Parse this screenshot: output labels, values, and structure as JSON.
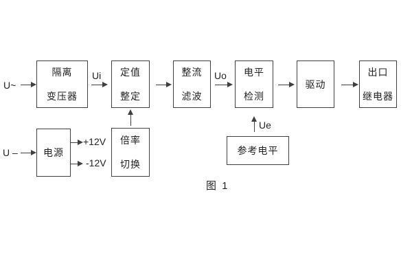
{
  "diagram": {
    "caption": "图 1",
    "inputs": {
      "ac_label": "U~",
      "dc_label": "U –"
    },
    "signal_labels": {
      "ui": "Ui",
      "uo": "Uo",
      "ue": "Ue",
      "plus_12v": "+12V",
      "minus_12v": "-12V"
    },
    "blocks": {
      "isolation_transformer": {
        "line1": "隔离",
        "line2": "变压器"
      },
      "setpoint_adjust": {
        "line1": "定值",
        "line2": "整定"
      },
      "rectify_filter": {
        "line1": "整流",
        "line2": "滤波"
      },
      "level_detect": {
        "line1": "电平",
        "line2": "检测"
      },
      "driver": {
        "line1": "驱动"
      },
      "output_relay": {
        "line1": "出口",
        "line2": "继电器"
      },
      "power_supply": {
        "line1": "电源"
      },
      "ratio_switch": {
        "line1": "倍率",
        "line2": "切换"
      },
      "reference_level": {
        "line1": "参考电平"
      }
    },
    "colors": {
      "line": "#3f3f3f",
      "text": "#222222",
      "background": "#ffffff"
    }
  }
}
